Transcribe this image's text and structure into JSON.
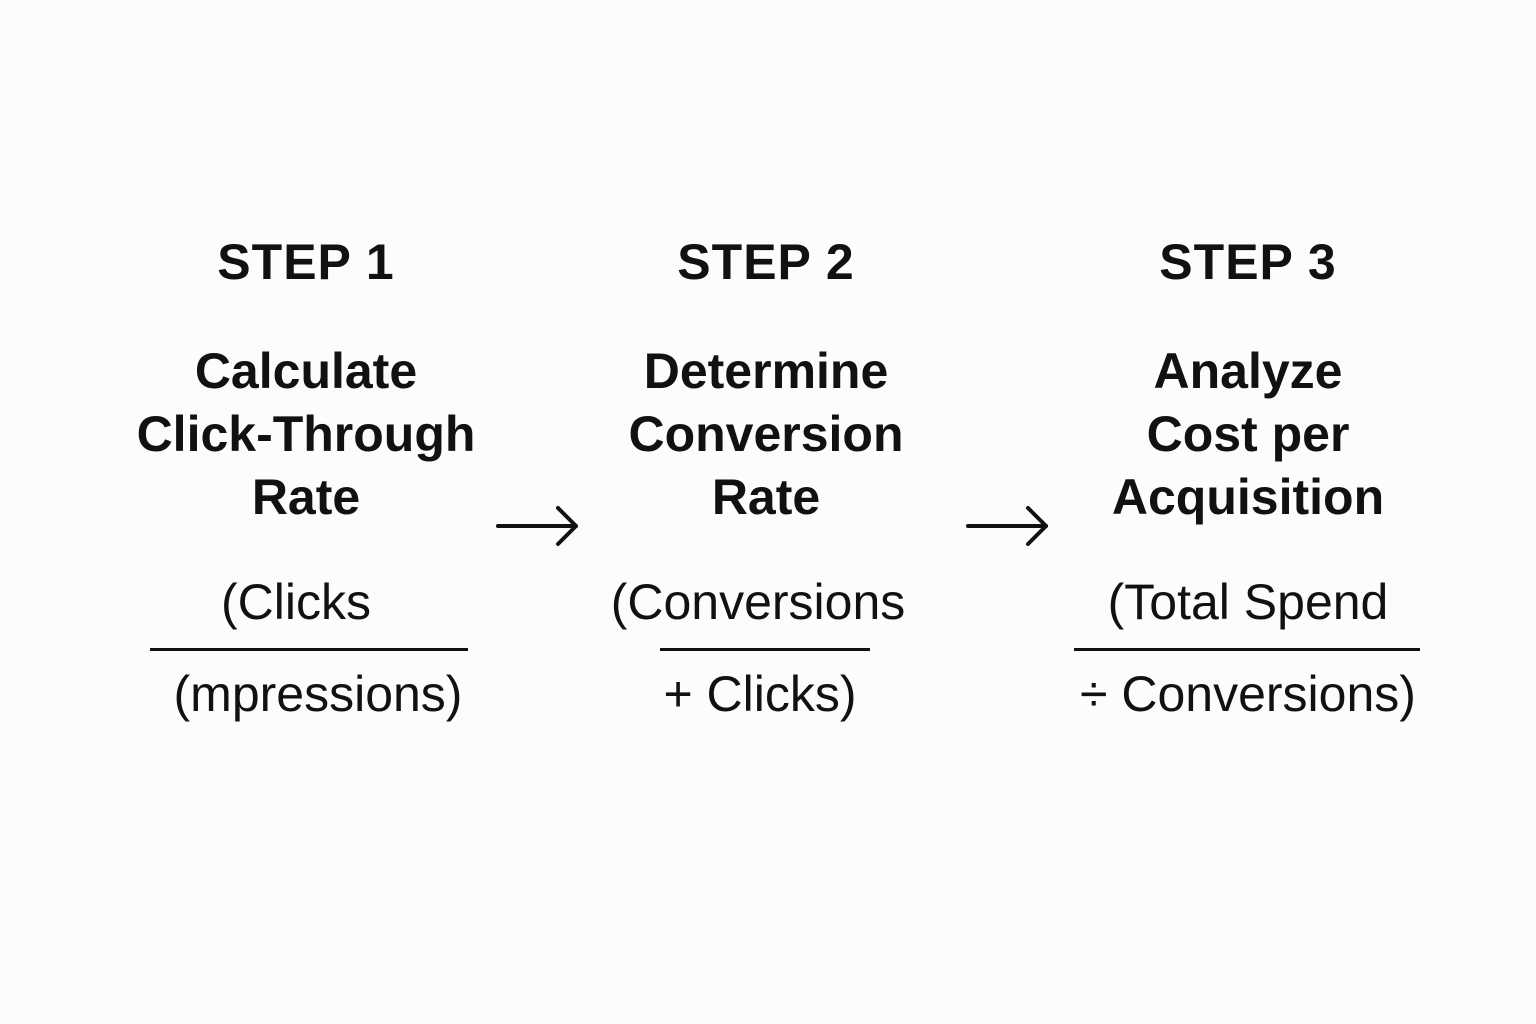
{
  "steps": [
    {
      "label": "STEP 1",
      "title_lines": [
        "Calculate",
        "Click-Through",
        "Rate"
      ],
      "numerator": "(Clicks",
      "denominator": "(mpressions)"
    },
    {
      "label": "STEP 2",
      "title_lines": [
        "Determine",
        "Conversion",
        "Rate"
      ],
      "numerator": "(Conversions",
      "denominator": "+ Clicks)"
    },
    {
      "label": "STEP 3",
      "title_lines": [
        "Analyze",
        "Cost per",
        "Acquisition"
      ],
      "numerator": "(Total Spend",
      "denominator": "÷ Conversions)"
    }
  ],
  "connectors": [
    {
      "icon": "right-arrow-icon"
    },
    {
      "icon": "right-arrow-icon"
    }
  ],
  "colors": {
    "background": "#fcfcfa",
    "text": "#111111"
  }
}
